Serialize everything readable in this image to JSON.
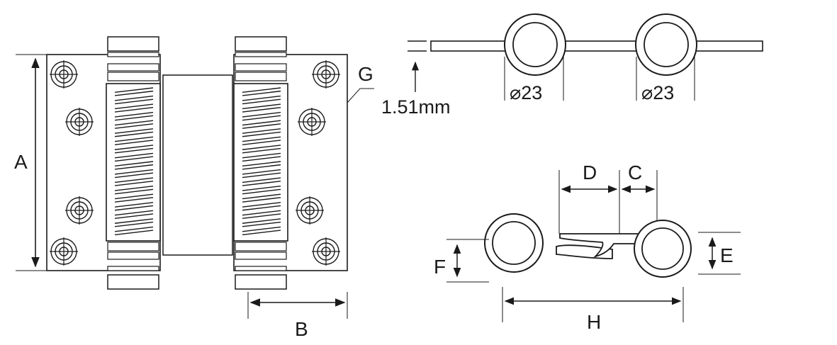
{
  "diagram": {
    "line_color": "#1a1a1a",
    "background": "#ffffff",
    "labels": {
      "A": "A",
      "B": "B",
      "C": "C",
      "D": "D",
      "E": "E",
      "F": "F",
      "G": "G",
      "H": "H"
    },
    "thickness": "1.51mm",
    "diameter_left": "⌀23",
    "diameter_right": "⌀23"
  }
}
